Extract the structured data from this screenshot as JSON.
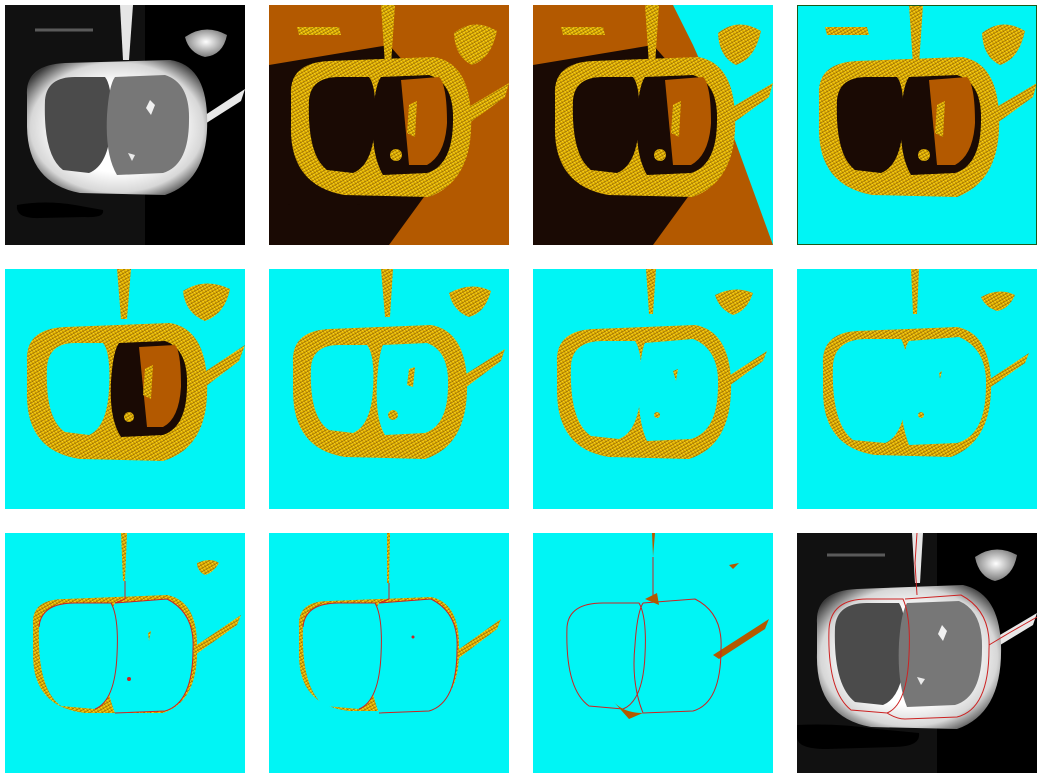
{
  "figure": {
    "rows": 3,
    "columns": 4,
    "panels": [
      {
        "id": 1,
        "render": "grayscale-source"
      },
      {
        "id": 2,
        "render": "relief-shaded",
        "flood_level": 0
      },
      {
        "id": 3,
        "render": "relief-shaded",
        "flood_level": 1
      },
      {
        "id": 4,
        "render": "relief-shaded",
        "flood_level": 2
      },
      {
        "id": 5,
        "render": "relief-shaded",
        "flood_level": 3
      },
      {
        "id": 6,
        "render": "relief-shaded",
        "flood_level": 4
      },
      {
        "id": 7,
        "render": "relief-shaded",
        "flood_level": 5
      },
      {
        "id": 8,
        "render": "relief-shaded",
        "flood_level": 6
      },
      {
        "id": 9,
        "render": "relief-shaded",
        "flood_level": 7
      },
      {
        "id": 10,
        "render": "relief-shaded",
        "flood_level": 8
      },
      {
        "id": 11,
        "render": "relief-shaded",
        "flood_level": 9
      },
      {
        "id": 12,
        "render": "grayscale-with-watershed-lines"
      }
    ]
  },
  "colors": {
    "flood": "#00f5f5",
    "relief_light": "#f2c200",
    "relief_dark": "#b07a00",
    "ground": "#b35900",
    "shadow": "#1a0a04",
    "watershed_line": "#cc2222",
    "gray_background": "#111111",
    "gray_blob": "#8c8c8c",
    "gray_highlight": "#f0f0f0"
  }
}
